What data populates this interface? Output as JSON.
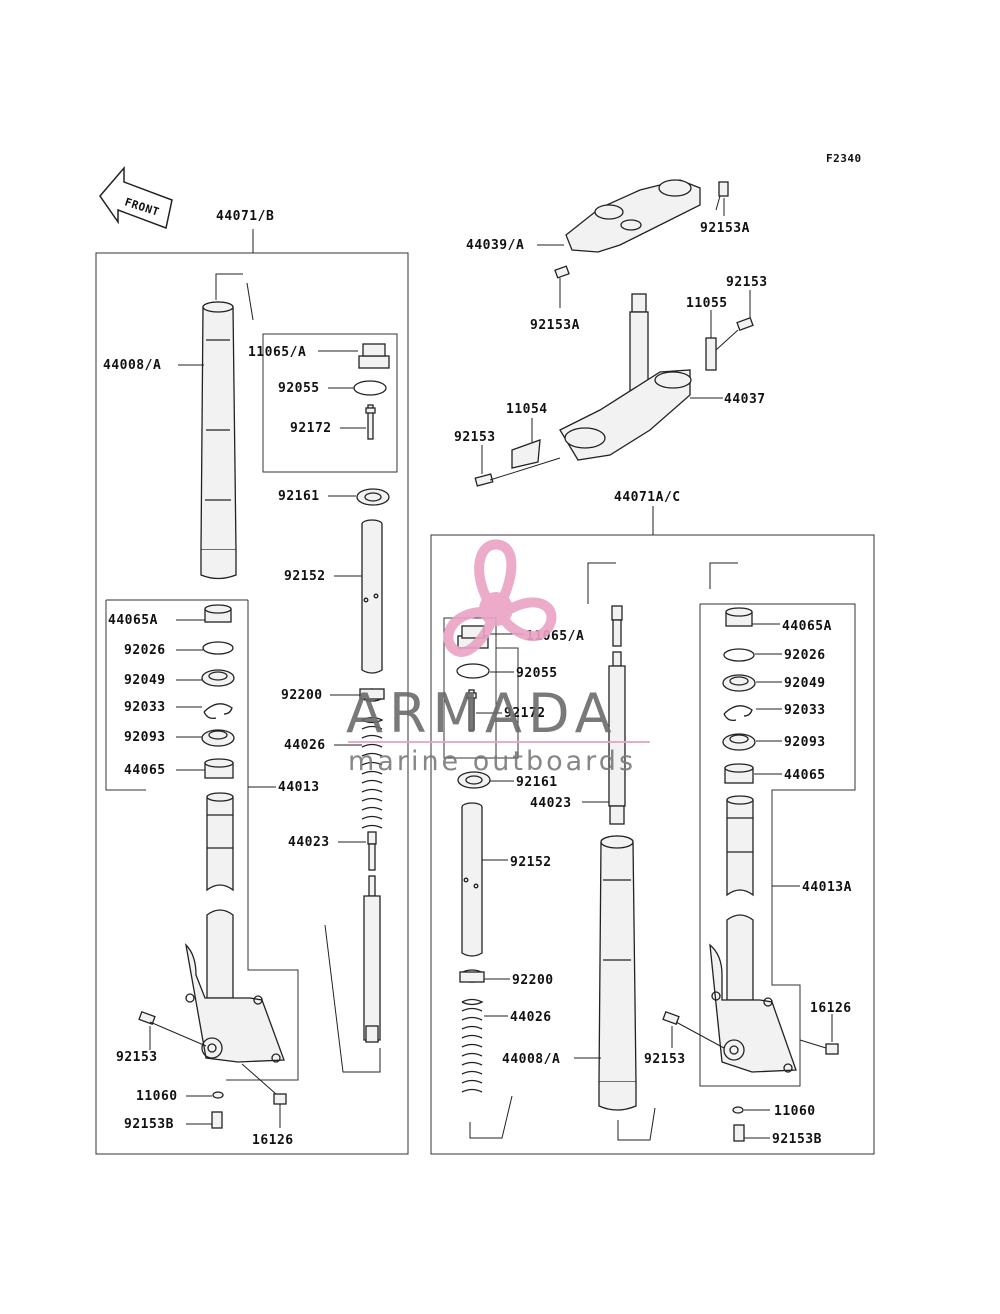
{
  "figure_code": "F2340",
  "front_label": "FRONT",
  "watermark": {
    "title": "ARMADA",
    "subtitle": "marine outboards",
    "accent_color": "#e9a3c4",
    "text_color": "#6b6b6b"
  },
  "colors": {
    "line": "#222222",
    "background": "#ffffff"
  },
  "labels": {
    "l44071b": "44071/B",
    "l44008a_left": "44008/A",
    "l11065a_left": "11065/A",
    "l92055_left": "92055",
    "l92172_left": "92172",
    "l92161_left": "92161",
    "l92152_left": "92152",
    "l44065a_left": "44065A",
    "l92026_left": "92026",
    "l92049_left": "92049",
    "l92033_left": "92033",
    "l92093_left": "92093",
    "l44065_left": "44065",
    "l44013": "44013",
    "l92200_left": "92200",
    "l44026_left": "44026",
    "l44023_left": "44023",
    "l92153_left": "92153",
    "l11060_left": "11060",
    "l92153b_left": "92153B",
    "l16126_left": "16126",
    "l92153a_top": "92153A",
    "l44039a": "44039/A",
    "l92153a_mid": "92153A",
    "l92153_top": "92153",
    "l11055": "11055",
    "l44037": "44037",
    "l11054": "11054",
    "l92153_clamp": "92153",
    "l44071ac": "44071A/C",
    "l11065a_right": "11065/A",
    "l92055_right": "92055",
    "l92172_right": "92172",
    "l92161_right": "92161",
    "l44023_right": "44023",
    "l92152_right": "92152",
    "l92200_right": "92200",
    "l44026_right": "44026",
    "l44008a_right": "44008/A",
    "l44065a_right": "44065A",
    "l92026_right": "92026",
    "l92049_right": "92049",
    "l92033_right": "92033",
    "l92093_right": "92093",
    "l44065_right": "44065",
    "l44013a": "44013A",
    "l16126_right": "16126",
    "l92153_right": "92153",
    "l11060_right": "11060",
    "l92153b_right": "92153B"
  }
}
